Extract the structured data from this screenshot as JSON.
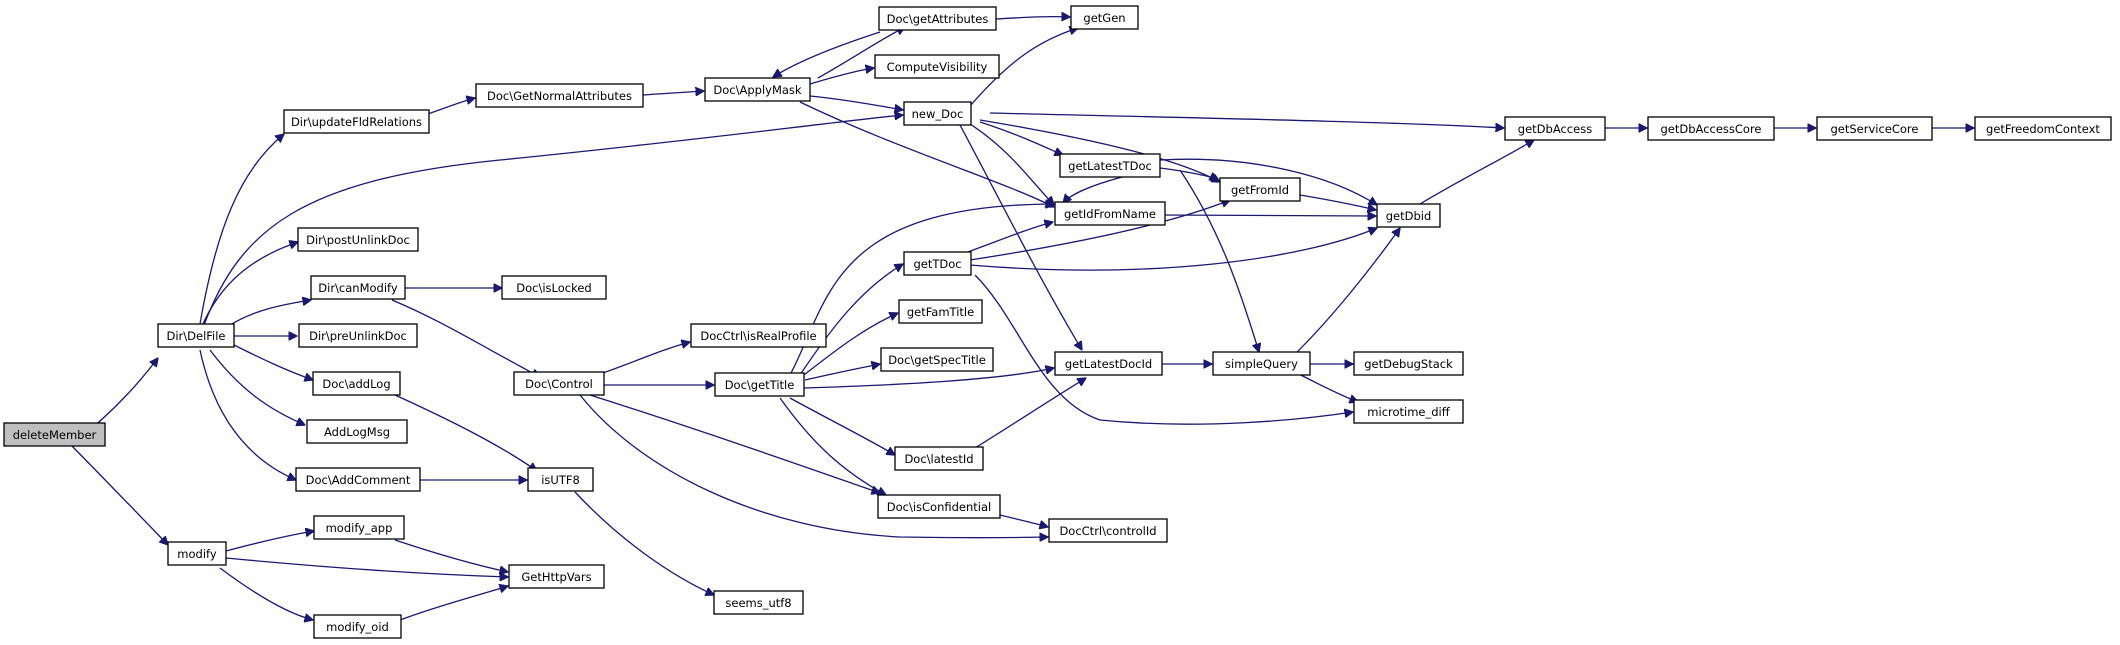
{
  "graph": {
    "nodes": {
      "deleteMember": "deleteMember",
      "DirDelFile": "Dir\\DelFile",
      "modify": "modify",
      "DirUpdateFldRelations": "Dir\\updateFldRelations",
      "DirPostUnlinkDoc": "Dir\\postUnlinkDoc",
      "DirCanModify": "Dir\\canModify",
      "DirPreUnlinkDoc": "Dir\\preUnlinkDoc",
      "DocAddLog": "Doc\\addLog",
      "AddLogMsg": "AddLogMsg",
      "DocAddComment": "Doc\\AddComment",
      "modifyApp": "modify_app",
      "modifyOid": "modify_oid",
      "DocGetNormalAttributes": "Doc\\GetNormalAttributes",
      "DocIsLocked": "Doc\\isLocked",
      "DocControl": "Doc\\Control",
      "isUTF8": "isUTF8",
      "GetHttpVars": "GetHttpVars",
      "seemsUtf8": "seems_utf8",
      "DocApplyMask": "Doc\\ApplyMask",
      "DocCtrlIsRealProfile": "DocCtrl\\isRealProfile",
      "DocGetTitle": "Doc\\getTitle",
      "DocGetAttributes": "Doc\\getAttributes",
      "ComputeVisibility": "ComputeVisibility",
      "newDoc": "new_Doc",
      "getTDoc": "getTDoc",
      "getFamTitle": "getFamTitle",
      "DocGetSpecTitle": "Doc\\getSpecTitle",
      "DocLatestId": "Doc\\latestId",
      "DocIsConfidential": "Doc\\isConfidential",
      "getGen": "getGen",
      "getLatestTDoc": "getLatestTDoc",
      "getIdFromName": "getIdFromName",
      "getLatestDocId": "getLatestDocId",
      "DocCtrlControlId": "DocCtrl\\controlId",
      "getFromId": "getFromId",
      "simpleQuery": "simpleQuery",
      "getDbid": "getDbid",
      "getDebugStack": "getDebugStack",
      "microtimeDiff": "microtime_diff",
      "getDbAccess": "getDbAccess",
      "getDbAccessCore": "getDbAccessCore",
      "getServiceCore": "getServiceCore",
      "getFreedomContext": "getFreedomContext"
    }
  }
}
